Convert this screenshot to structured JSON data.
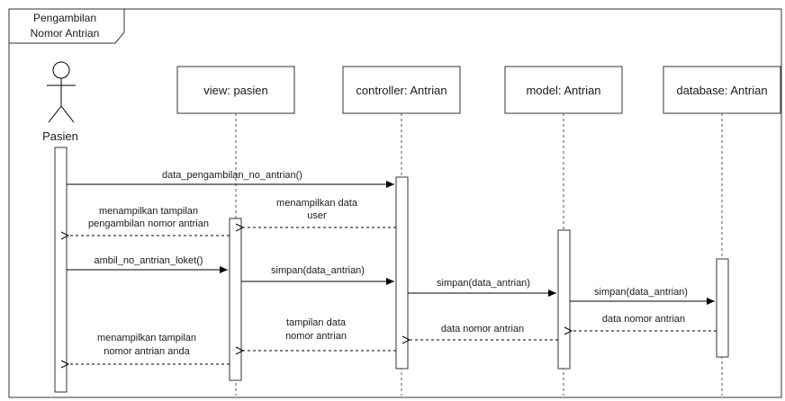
{
  "frame": {
    "line1": "Pengambilan",
    "line2": "Nomor Antrian"
  },
  "actor": {
    "label": "Pasien"
  },
  "lifelines": [
    {
      "label": "view: pasien"
    },
    {
      "label": "controller: Antrian"
    },
    {
      "label": "model: Antrian"
    },
    {
      "label": "database: Antrian"
    }
  ],
  "messages": {
    "m1": "data_pengambilan_no_antrian()",
    "m2_line1": "menampilkan data",
    "m2_line2": "user",
    "m3_line1": "menampilkan tampilan",
    "m3_line2": "pengambilan nomor antrian",
    "m4": "ambil_no_antrian_loket()",
    "m5": "simpan(data_antrian)",
    "m6": "simpan(data_antrian)",
    "m7": "simpan(data_antrian)",
    "m8": "data nomor antrian",
    "m9": "data nomor antrian",
    "m10_line1": "tampilan data",
    "m10_line2": "nomor antrian",
    "m11_line1": "menampilkan tampilan",
    "m11_line2": "nomor antrian anda"
  }
}
